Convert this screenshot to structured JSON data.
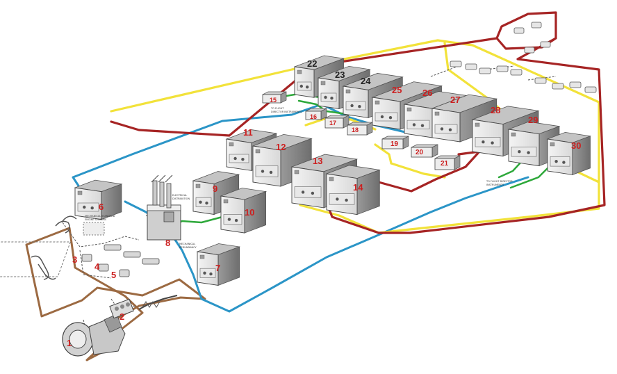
{
  "diagram": {
    "colors": {
      "brown": "#9c6a42",
      "blue": "#2b95c7",
      "yellow": "#f2e23a",
      "red": "#a62424",
      "green": "#2da83a",
      "cabinet_fill": "#d6d6d6",
      "cabinet_dark": "#8a8a8a",
      "number": "#cc1f1f"
    },
    "labels": {
      "n1": "1",
      "n2": "2",
      "n3": "3",
      "n4": "4",
      "n5": "5",
      "n6": "6",
      "n7": "7",
      "n8": "8",
      "n9": "9",
      "n10": "10",
      "n11": "11",
      "n12": "12",
      "n13": "13",
      "n14": "14",
      "n15": "15",
      "n16": "16",
      "n17": "17",
      "n18": "18",
      "n19": "19",
      "n20": "20",
      "n21": "21",
      "n22": "22",
      "n23": "23",
      "n24": "24",
      "n25": "25",
      "n26": "26",
      "n27": "27",
      "n28": "28",
      "n29": "29",
      "n30": "30"
    }
  }
}
